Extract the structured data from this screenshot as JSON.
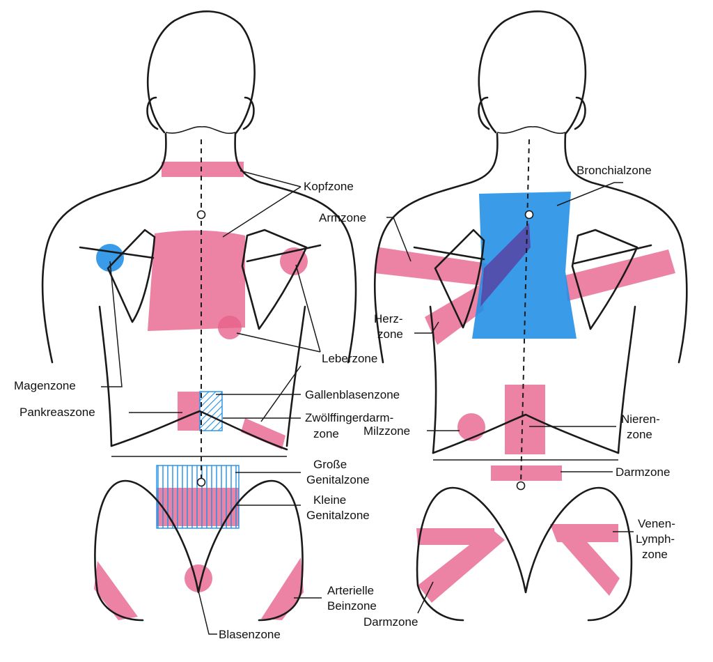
{
  "title": "Head'sche Zonen – Rückenansicht",
  "colors": {
    "zone_pink": "#e8608a",
    "zone_blue": "#1f8ee6",
    "outline": "#1a1a1a",
    "background": "#ffffff"
  },
  "left_figure": {
    "labels": {
      "kopfzone": "Kopfzone",
      "leberzone": "Leberzone",
      "magenzone": "Magenzone",
      "pankreaszone": "Pankreaszone",
      "gallenblasenzone": "Gallenblasenzone",
      "zwoelffinger_1": "Zwölffingerdarm-",
      "zwoelffinger_2": "zone",
      "grosse_1": "Große",
      "grosse_2": "Genitalzone",
      "kleine_1": "Kleine",
      "kleine_2": "Genitalzone",
      "arterielle_1": "Arterielle",
      "arterielle_2": "Beinzone",
      "blasenzone": "Blasenzone"
    }
  },
  "right_figure": {
    "labels": {
      "bronchialzone": "Bronchialzone",
      "armzone": "Armzone",
      "herz_1": "Herz-",
      "herz_2": "zone",
      "nieren_1": "Nieren-",
      "nieren_2": "zone",
      "milzzone": "Milzzone",
      "darmzone_upper": "Darmzone",
      "venen_1": "Venen-",
      "venen_2": "Lymph-",
      "venen_3": "zone",
      "darmzone_lower": "Darmzone"
    }
  }
}
